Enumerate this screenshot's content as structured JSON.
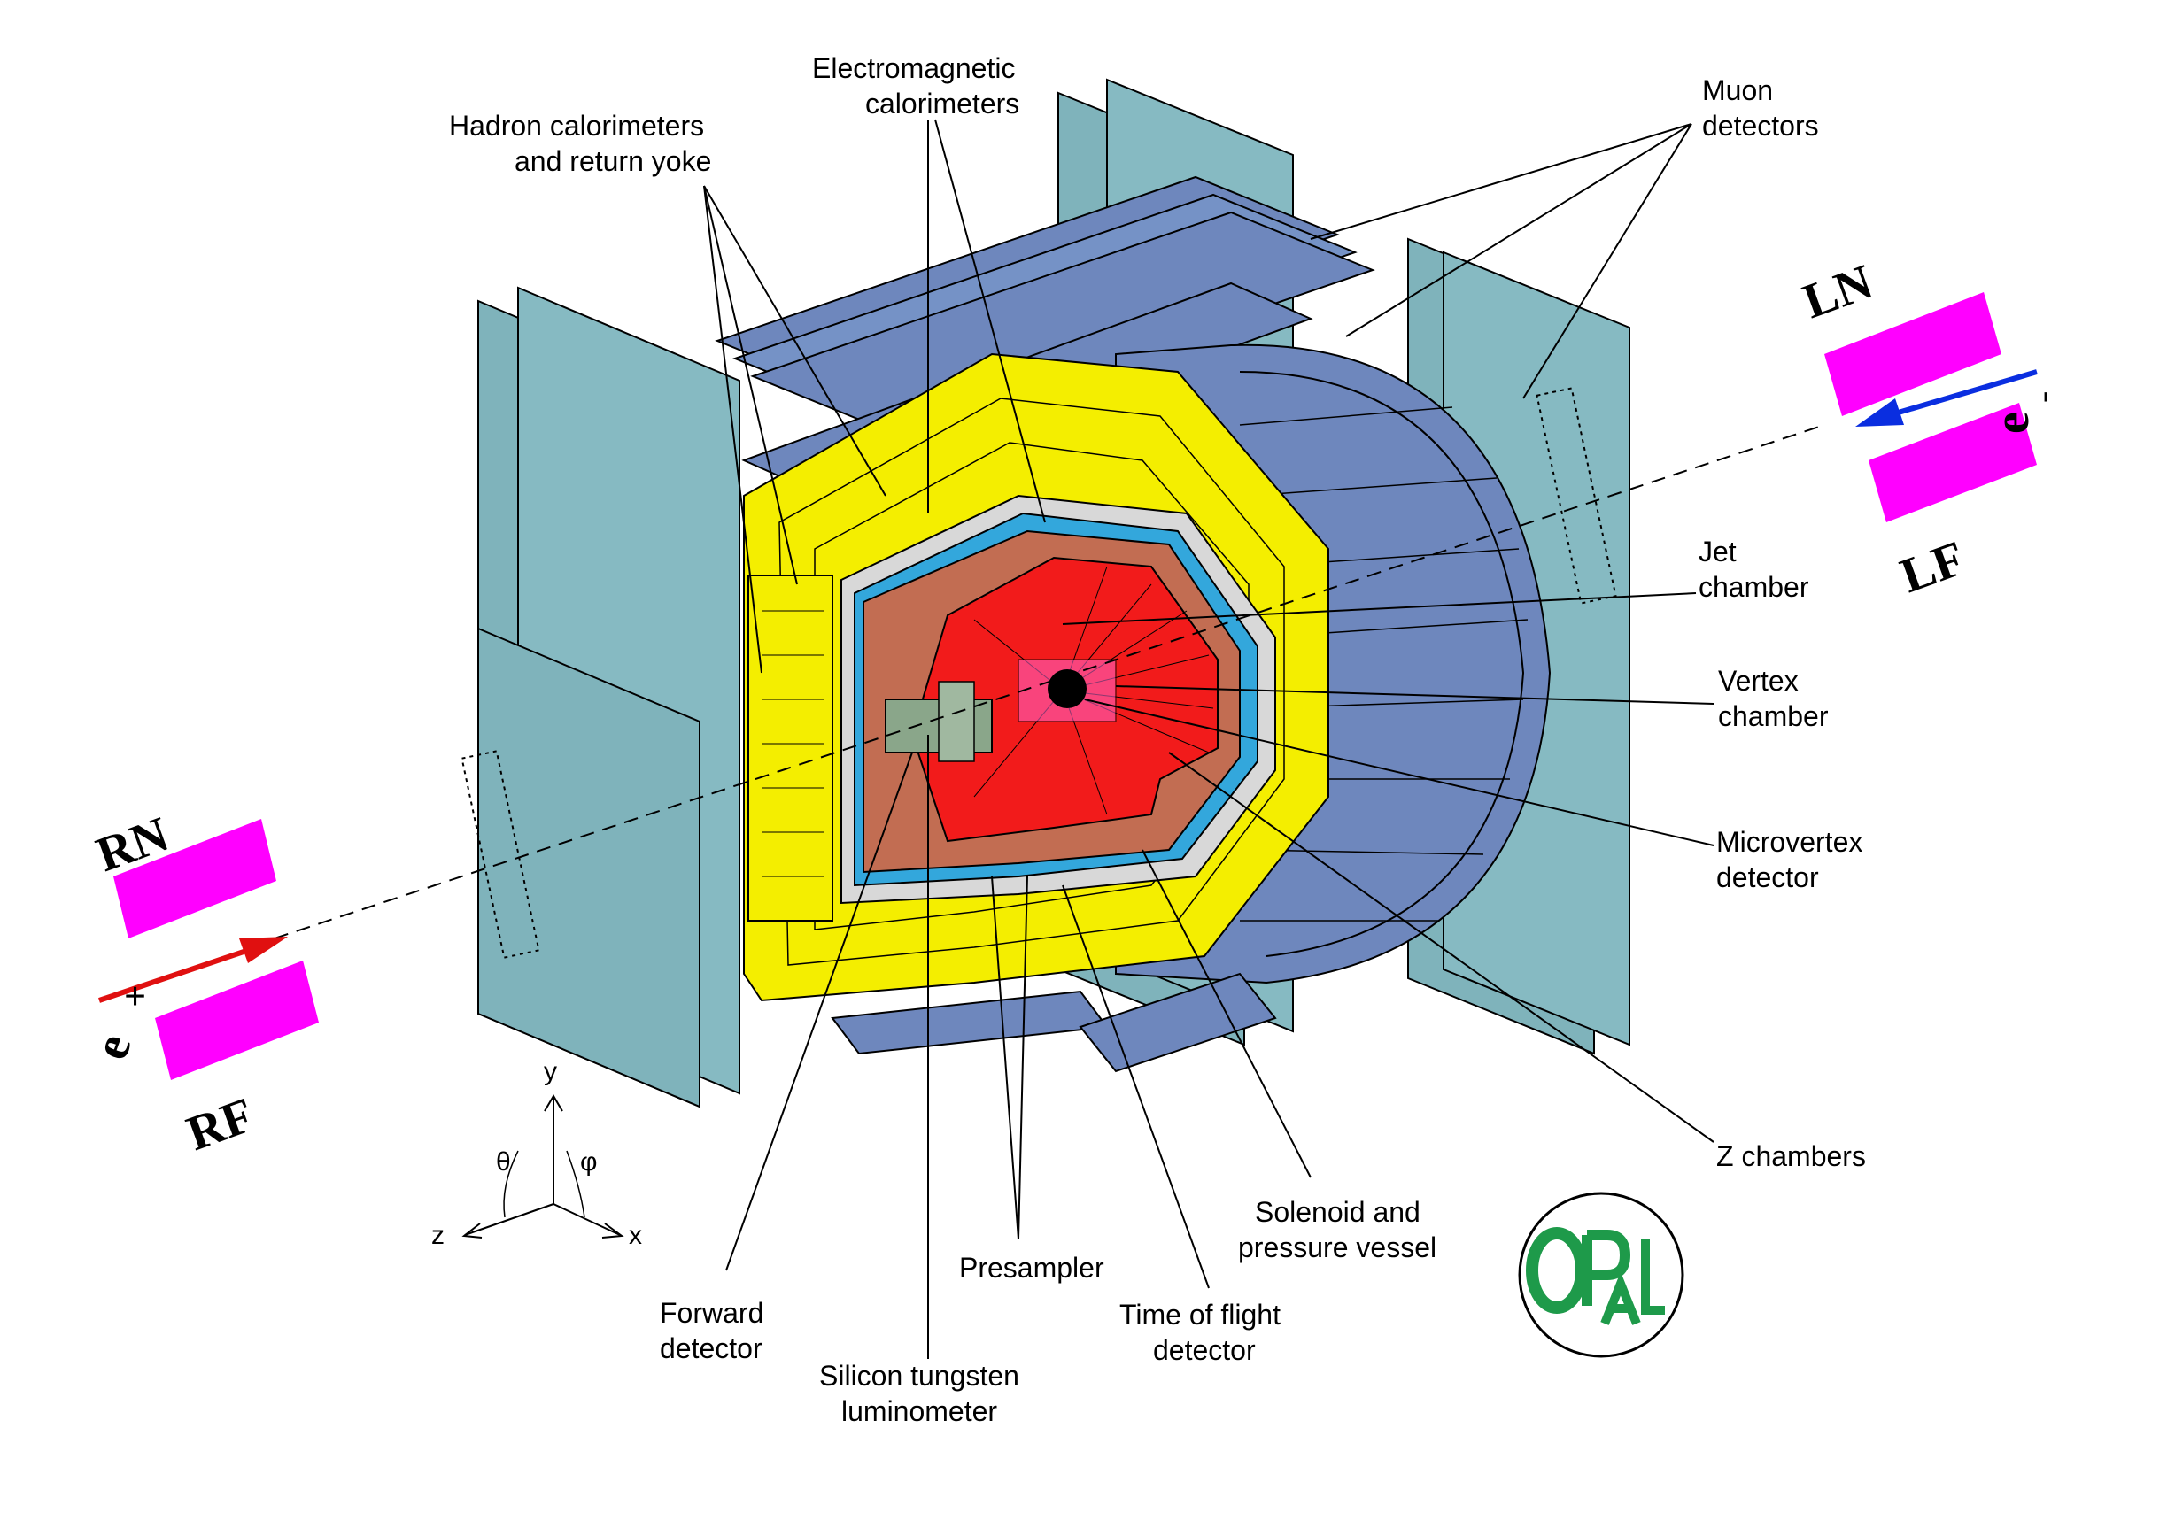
{
  "labels": {
    "electromagnetic_1": "Electromagnetic",
    "electromagnetic_2": "calorimeters",
    "hadron_1": "Hadron calorimeters",
    "hadron_2": "and return yoke",
    "muon_1": "Muon",
    "muon_2": "detectors",
    "jet_1": "Jet",
    "jet_2": "chamber",
    "vertex_1": "Vertex",
    "vertex_2": "chamber",
    "microvertex_1": "Microvertex",
    "microvertex_2": "detector",
    "z_chambers": "Z chambers",
    "solenoid_1": "Solenoid and",
    "solenoid_2": "pressure vessel",
    "tof_1": "Time of flight",
    "tof_2": "detector",
    "presampler": "Presampler",
    "silicon_1": "Silicon tungsten",
    "silicon_2": "luminometer",
    "forward_1": "Forward",
    "forward_2": "detector"
  },
  "beam": {
    "ln": "LN",
    "lf": "LF",
    "rn": "RN",
    "rf": "RF",
    "electron": "e",
    "electron_sign": "-",
    "positron": "e",
    "positron_sign": "+"
  },
  "axes": {
    "y": "y",
    "z": "z",
    "x": "x",
    "theta": "θ",
    "phi": "φ"
  },
  "logo": {
    "text": "OPAL"
  },
  "colors": {
    "muon_panel": "#7fb3bb",
    "muon_blue": "#6e87bd",
    "yoke_yellow": "#f4ee00",
    "em_cyan": "#33a7dc",
    "jet_red": "#f21b1b",
    "solenoid_brown": "#c26d52",
    "magnet_magenta": "#ff00ff",
    "electron_blue": "#0a2ee0",
    "positron_red": "#e01010",
    "logo_green": "#1e9a4a"
  }
}
